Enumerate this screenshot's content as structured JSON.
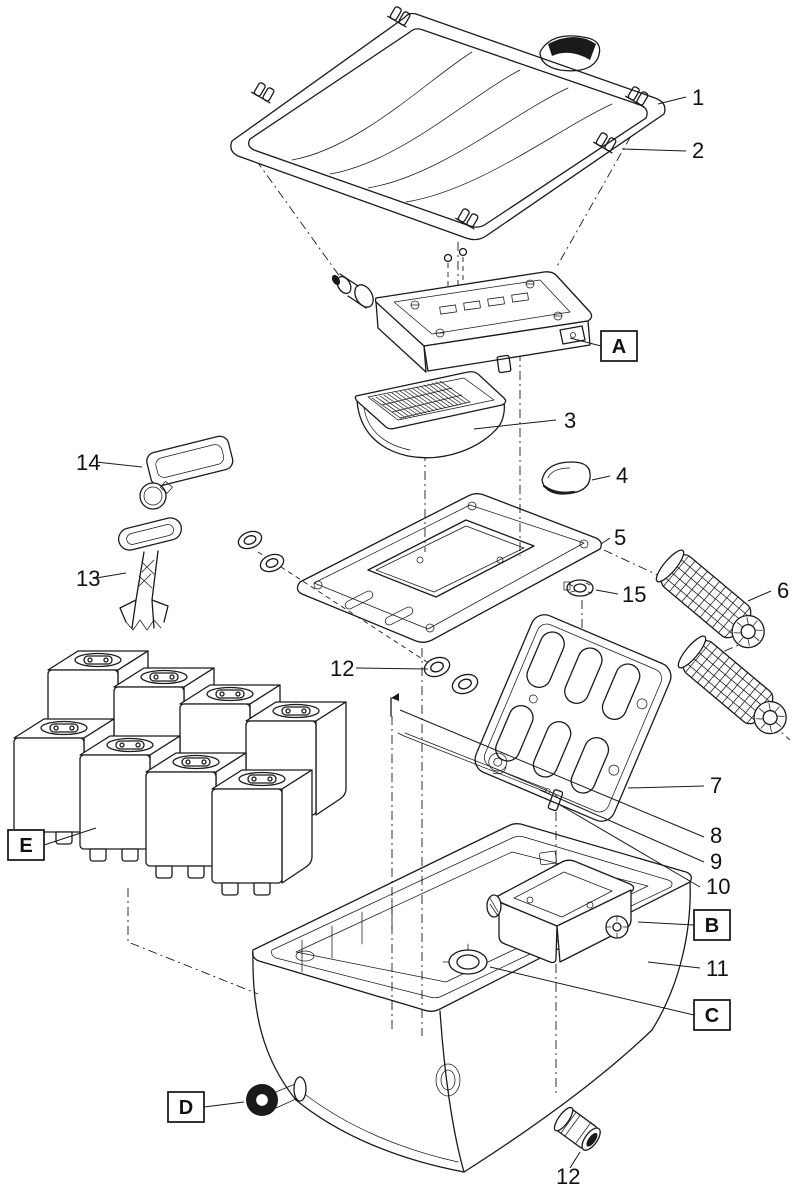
{
  "colors": {
    "line": "#1a1a1a",
    "background": "#ffffff"
  },
  "callouts": {
    "n1": "1",
    "n2": "2",
    "n3": "3",
    "n4": "4",
    "n5": "5",
    "n6": "6",
    "n7": "7",
    "n8": "8",
    "n9": "9",
    "n10": "10",
    "n11": "11",
    "n12": "12",
    "n12b": "12",
    "n13": "13",
    "n14": "14",
    "n15": "15",
    "A": "A",
    "B": "B",
    "C": "C",
    "D": "D",
    "E": "E"
  }
}
